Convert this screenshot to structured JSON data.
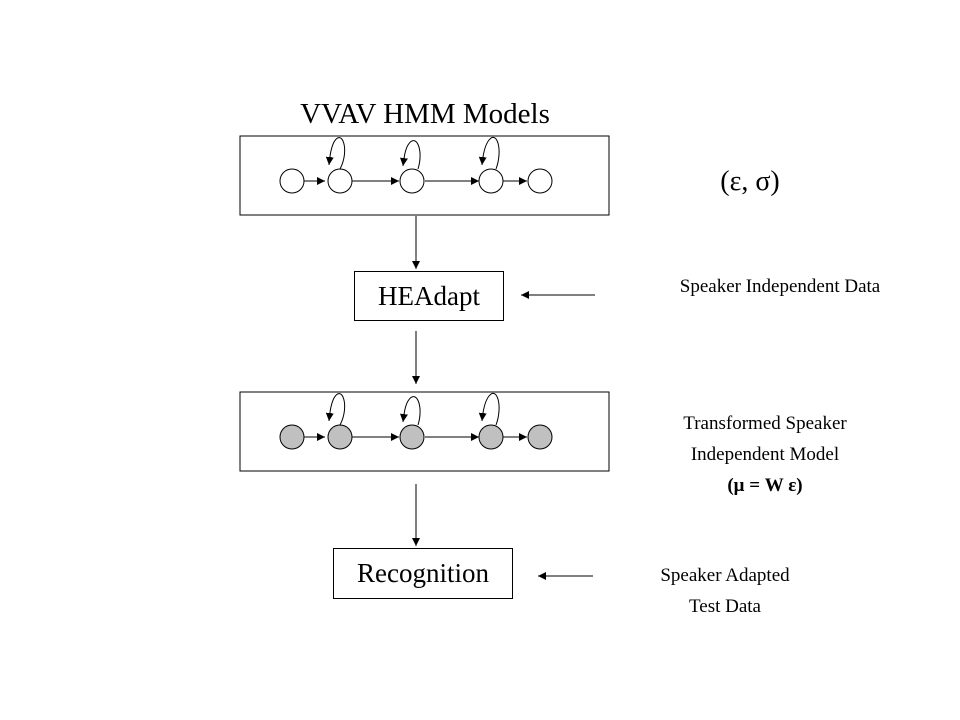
{
  "title": "VVAV HMM Models",
  "params": "(ε, σ)",
  "headapt": {
    "label": "HEAdapt"
  },
  "recognition": {
    "label": "Recognition"
  },
  "speaker_independent_data": "Speaker Independent Data",
  "transformed_model": {
    "line1": "Transformed Speaker",
    "line2": "Independent Model",
    "formula": "(μ = W ε)"
  },
  "speaker_adapted": {
    "line1": "Speaker Adapted",
    "line2": "Test Data"
  },
  "colors": {
    "line": "#000000",
    "background": "#ffffff",
    "hmm_state_unadapted": "#ffffff",
    "hmm_state_adapted": "#c0c0c0"
  }
}
